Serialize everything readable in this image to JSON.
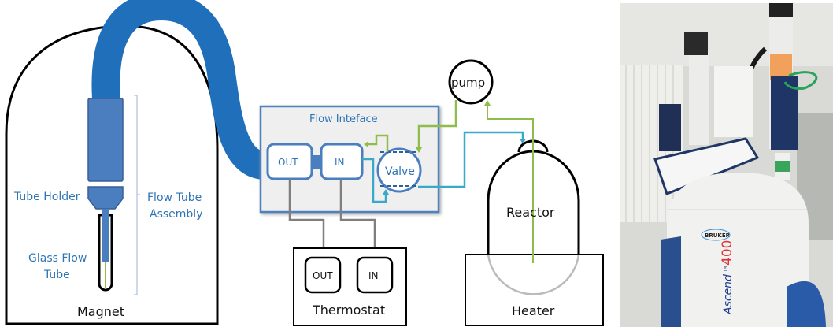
{
  "diagram": {
    "magnet": {
      "label": "Magnet",
      "tube_holder_label": "Tube Holder",
      "glass_flow_tube_label_line1": "Glass Flow",
      "glass_flow_tube_label_line2": "Tube",
      "assembly_label_line1": "Flow Tube",
      "assembly_label_line2": "Assembly"
    },
    "flow_interface": {
      "title": "Flow Inteface",
      "out_label": "OUT",
      "in_label": "IN",
      "valve_label": "Valve"
    },
    "pump": {
      "label": "pump"
    },
    "reactor": {
      "label": "Reactor"
    },
    "heater": {
      "label": "Heater"
    },
    "thermostat": {
      "label": "Thermostat",
      "out_label": "OUT",
      "in_label": "IN"
    },
    "colors": {
      "hose_blue": "#1f6fba",
      "assembly_blue": "#4a7ebf",
      "text_blue": "#2e74b5",
      "interface_border": "#4f81bd",
      "interface_fill": "#efefef",
      "green_line": "#8fbc4a",
      "cyan_line": "#3aa9c9",
      "grey_line": "#7f7f7f"
    }
  },
  "photo": {
    "brand_text": "BRUKER",
    "model_text": "Ascend 400",
    "trademark": "TM"
  }
}
